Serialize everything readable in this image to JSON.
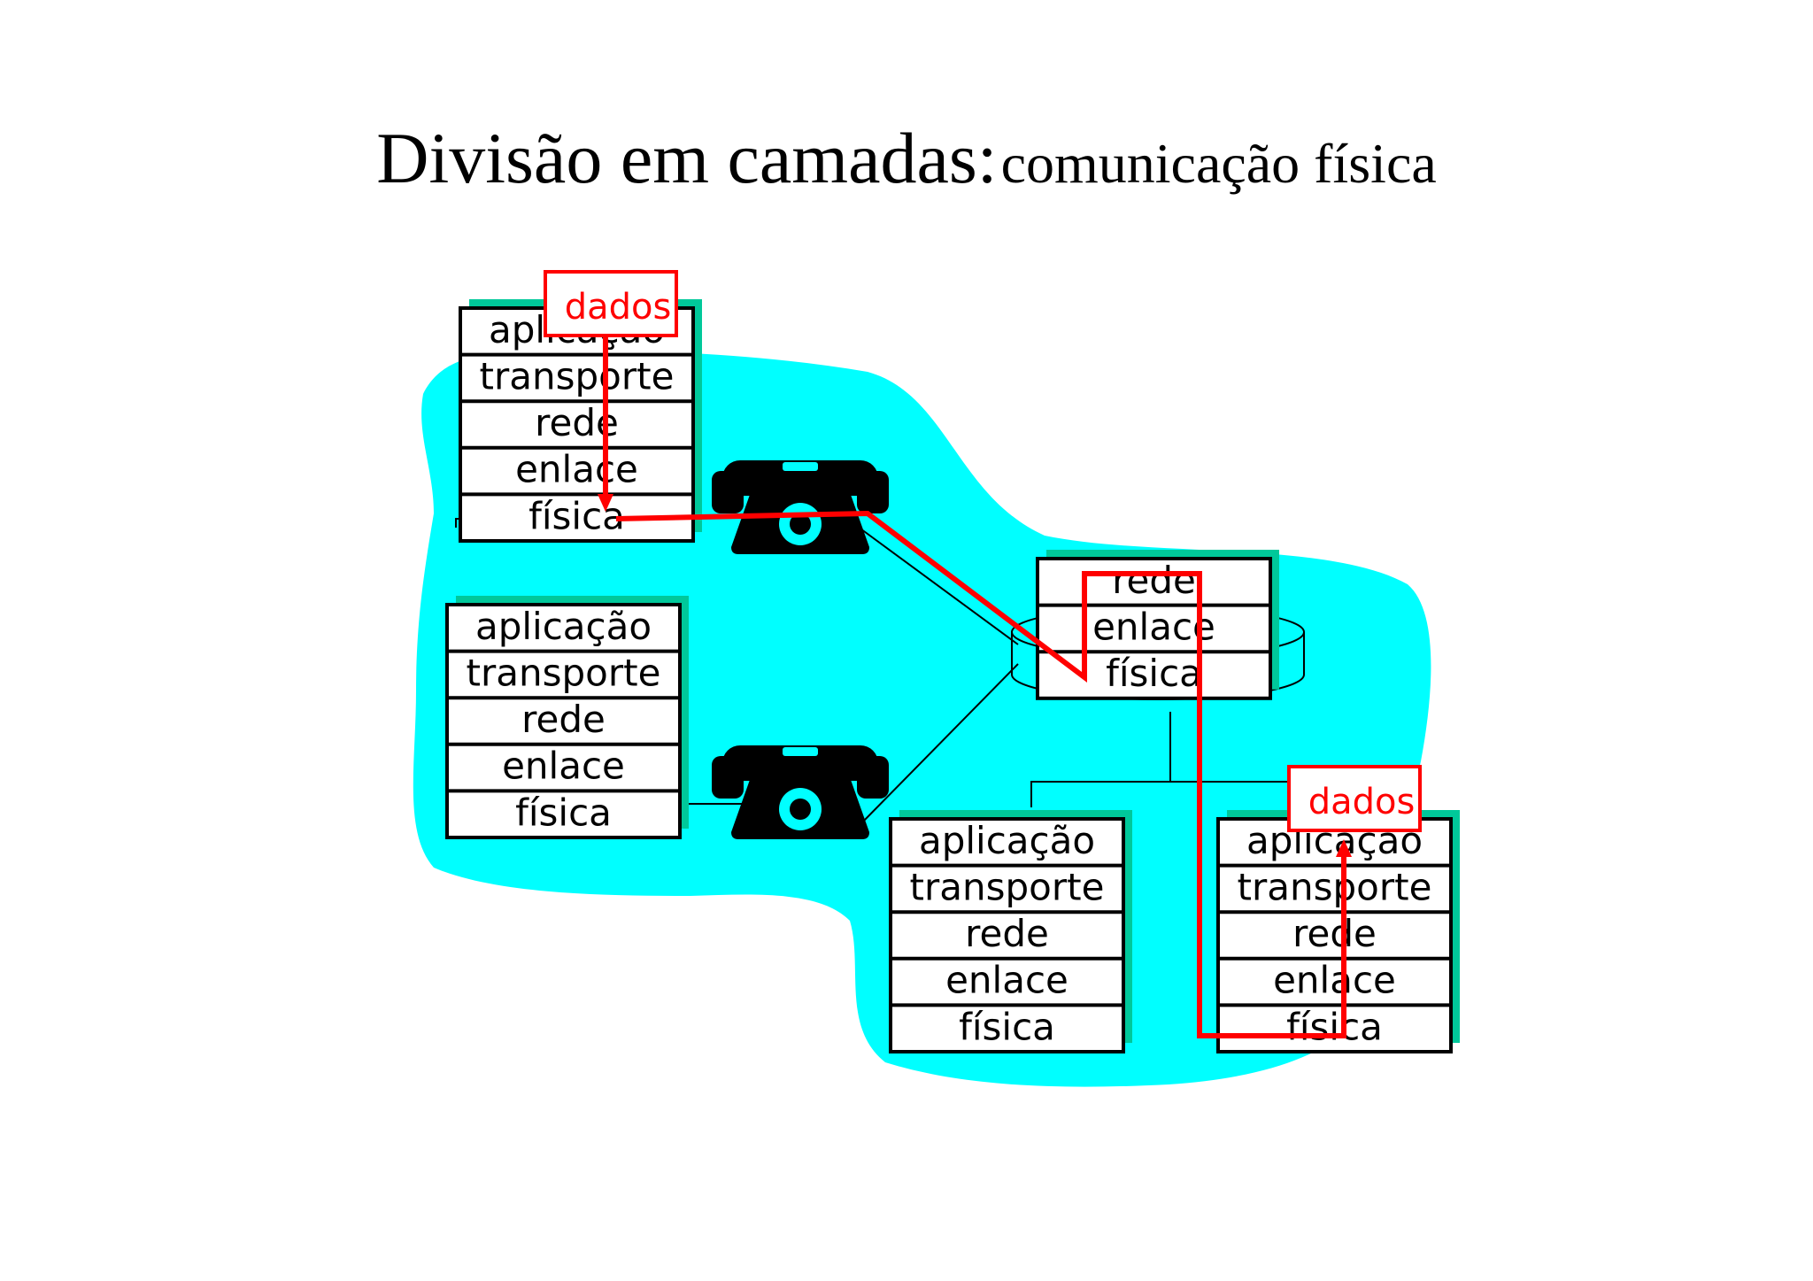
{
  "title": {
    "main": "Divisão em camadas:",
    "sub": "comunicação física"
  },
  "colors": {
    "cloud": "#00ffff",
    "stack_shadow": "#00c89a",
    "data_path": "#ff0000",
    "ink": "#000000"
  },
  "data_label": "dados",
  "hosts": [
    {
      "id": "host-top-left",
      "layers": [
        "aplicação",
        "transporte",
        "rede",
        "enlace",
        "física"
      ]
    },
    {
      "id": "host-mid-left",
      "layers": [
        "aplicação",
        "transporte",
        "rede",
        "enlace",
        "física"
      ]
    },
    {
      "id": "host-bottom-middle",
      "layers": [
        "aplicação",
        "transporte",
        "rede",
        "enlace",
        "física"
      ]
    },
    {
      "id": "host-bottom-right",
      "layers": [
        "aplicação",
        "transporte",
        "rede",
        "enlace",
        "física"
      ]
    }
  ],
  "router": {
    "layers": [
      "rede",
      "enlace",
      "física"
    ]
  },
  "icons": [
    "telephone-icon",
    "telephone-icon",
    "router-icon"
  ]
}
